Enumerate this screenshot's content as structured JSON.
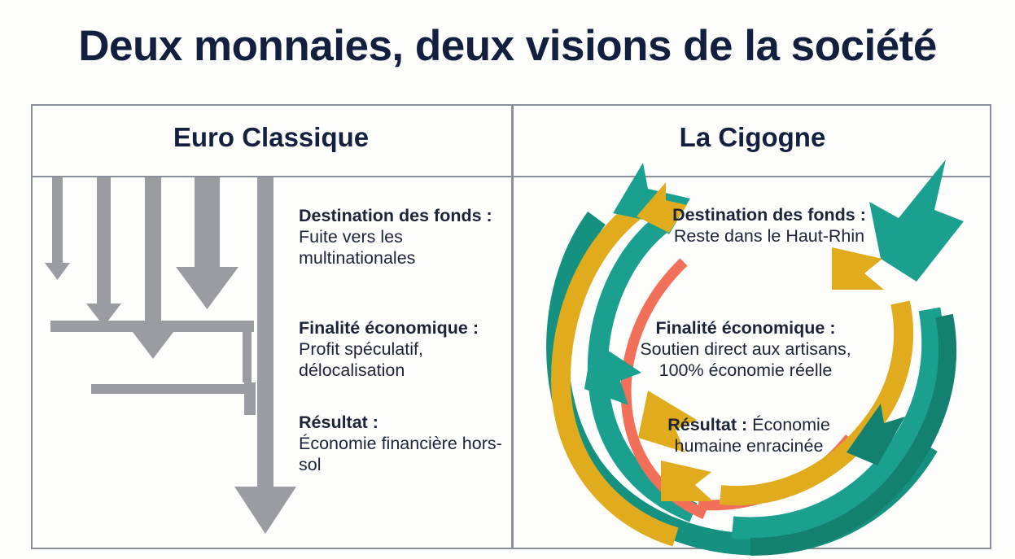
{
  "title": "Deux monnaies, deux visions de la société",
  "columns": {
    "left": {
      "header": "Euro Classique",
      "blocks": [
        {
          "lead": "Destination des fonds :",
          "body": "Fuite vers les multinationales"
        },
        {
          "lead": "Finalité économique :",
          "body": "Profit spéculatif, délocalisation"
        },
        {
          "lead": "Résultat :",
          "body": "Économie financière hors-sol"
        }
      ]
    },
    "right": {
      "header": "La Cigogne",
      "blocks": [
        {
          "lead": "Destination des fonds :",
          "body": "Reste dans le Haut-Rhin"
        },
        {
          "lead": "Finalité économique :",
          "body": "Soutien direct aux artisans, 100% économie réelle"
        },
        {
          "lead": "Résultat :",
          "body": "Économie humaine enracinée"
        }
      ]
    }
  },
  "colors": {
    "background": "#fdfdfc",
    "title_navy": "#131f3e",
    "body_text": "#1b2438",
    "frame_gray": "#8a8f99",
    "arrow_gray": "#9a9ca2",
    "teal": "#1ba08f",
    "teal_dark": "#14806f",
    "gold": "#e0ab1c",
    "coral": "#f2705a"
  },
  "graphics": {
    "left_diagram": "downward-draining-gray-arrows",
    "right_diagram": "circular-teal-gold-coral-arrow-loop"
  }
}
